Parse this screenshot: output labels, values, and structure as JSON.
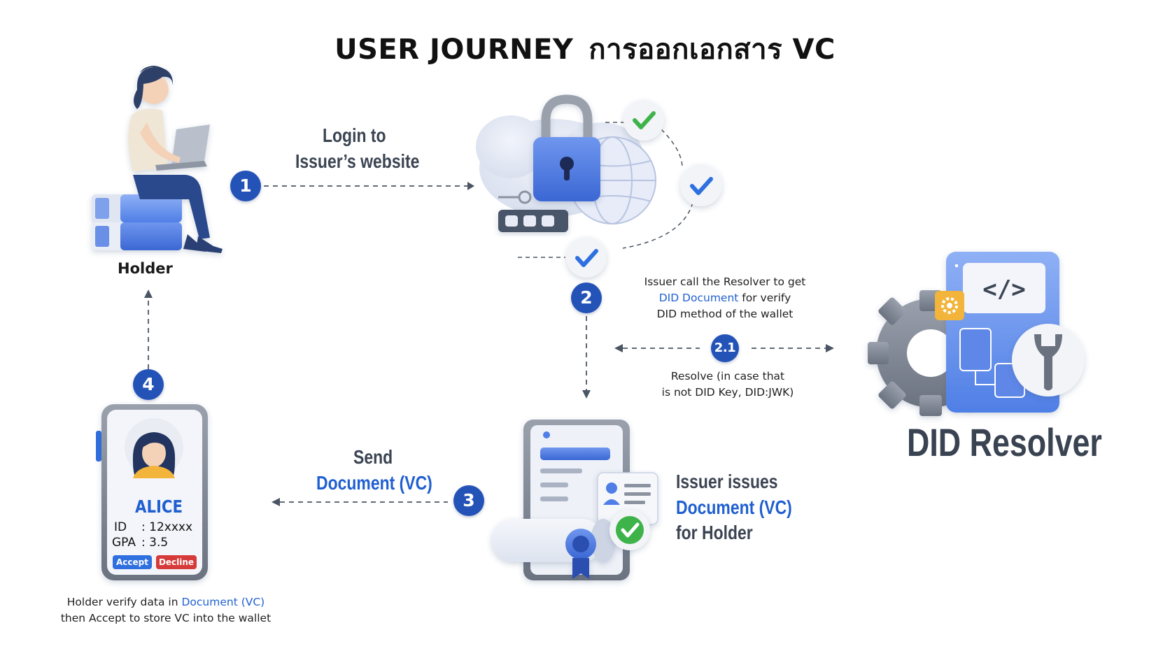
{
  "title": {
    "en": "USER JOURNEY",
    "th": "การออกเอกสาร VC"
  },
  "holder": {
    "label": "Holder"
  },
  "step1": {
    "number": "1",
    "line1": "Login to",
    "line2": "Issuer’s website"
  },
  "step2": {
    "number": "2",
    "line1": "Issuer call the Resolver to get",
    "line2_highlight": "DID Document",
    "line2_rest": "for verify",
    "line3": "DID method of the wallet"
  },
  "step21": {
    "number": "2.1",
    "line1": "Resolve (in case that",
    "line2": "is not DID Key, DID:JWK)"
  },
  "resolver": {
    "label": "DID Resolver"
  },
  "step3": {
    "number": "3",
    "line1": "Send",
    "line2": "Document (VC)"
  },
  "issuer_issues": {
    "line1": "Issuer issues",
    "line2": "Document (VC)",
    "line3": "for Holder"
  },
  "step4": {
    "number": "4",
    "line1_pre": "Holder verify data in",
    "line1_highlight": "Document (VC)",
    "line2": "then Accept to store VC into the wallet"
  },
  "wallet_card": {
    "name": "ALICE",
    "id_label": "ID",
    "id_value": ": 12xxxx",
    "gpa_label": "GPA",
    "gpa_value": ": 3.5",
    "accept_label": "Accept",
    "decline_label": "Decline"
  },
  "colors": {
    "step_badge": "#2453b8",
    "highlight": "#1f5fd1",
    "accept": "#2f6fe0",
    "decline": "#d63a3a",
    "check": "#3db34a"
  }
}
